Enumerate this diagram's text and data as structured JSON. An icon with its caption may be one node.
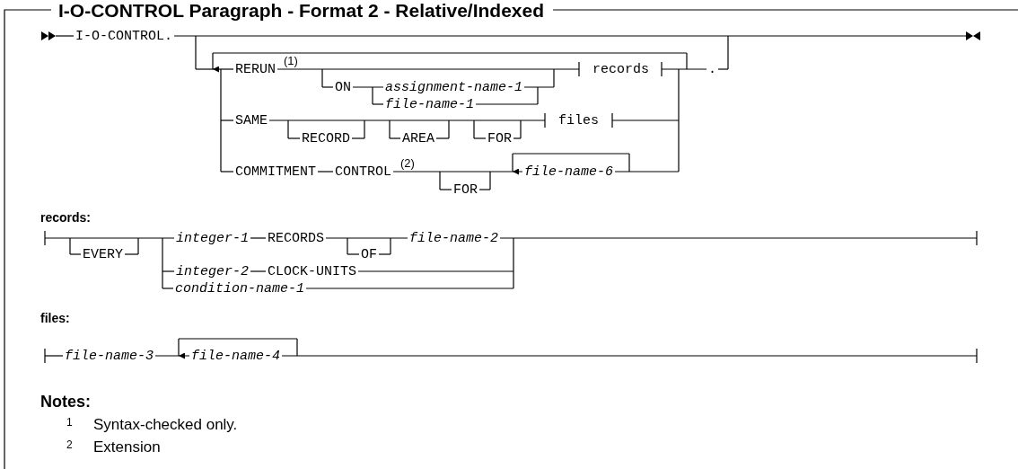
{
  "diagram": {
    "title": "I-O-CONTROL Paragraph - Format 2 - Relative/Indexed",
    "labels": [
      "I-O-CONTROL.",
      "RERUN",
      "(1)",
      "ON",
      "assignment-name-1",
      "file-name-1",
      "records",
      ".",
      "SAME",
      "RECORD",
      "AREA",
      "FOR",
      "files",
      "COMMITMENT",
      "CONTROL",
      "(2)",
      "FOR",
      "file-name-6",
      "records:",
      "EVERY",
      "integer-1",
      "RECORDS",
      "OF",
      "file-name-2",
      "integer-2",
      "CLOCK-UNITS",
      "condition-name-1",
      "files:",
      "file-name-3",
      "file-name-4",
      "Notes:",
      "1",
      "Syntax-checked only.",
      "2",
      "Extension"
    ]
  }
}
